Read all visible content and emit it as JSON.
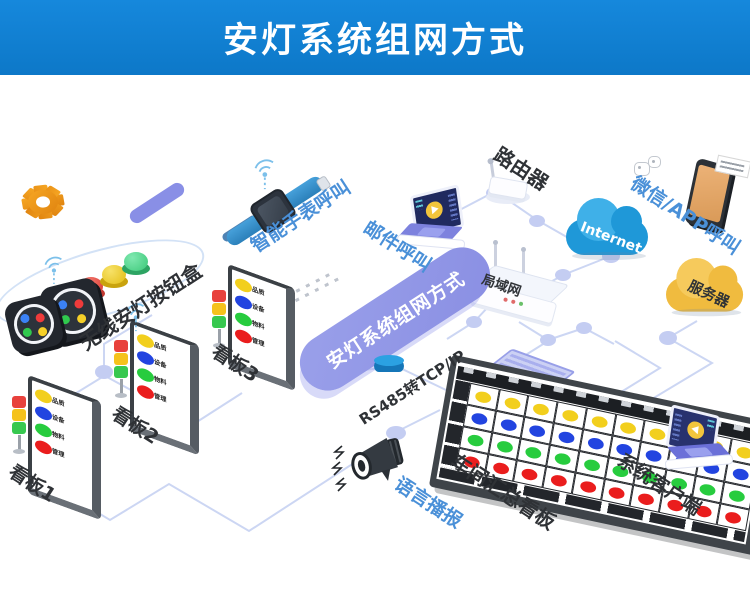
{
  "header": {
    "title": "安灯系统组网方式"
  },
  "hub": {
    "label": "安灯系统组网方式"
  },
  "labels": {
    "wireless_box": "无线安灯按钮盒",
    "smart_watch": "智能手表呼叫",
    "email": "邮件呼叫",
    "router": "路由器",
    "internet": "Internet",
    "wechat_app": "微信/APP呼叫",
    "lan": "局域网",
    "server": "服务器",
    "rs485": "RS485转TCP/IP",
    "board1": "看板1",
    "board2": "看板2",
    "board3": "看板3",
    "summary_board": "车间汇总看板",
    "voice": "语言播报",
    "client": "系统客户端"
  },
  "board_items": [
    {
      "label": "品质",
      "color": "#f2cf1d"
    },
    {
      "label": "设备",
      "color": "#2244e0"
    },
    {
      "label": "物料",
      "color": "#27cc3e"
    },
    {
      "label": "管理",
      "color": "#ea1d1d"
    }
  ],
  "summary_board": {
    "cols": 10,
    "row_colors": [
      "#f2cf1d",
      "#2244e0",
      "#27cc3e",
      "#ea1d1d"
    ]
  },
  "colors": {
    "header_bg": "#0f7dcd",
    "hub_fill": "#8f94e6",
    "link_line": "#ccd6f3",
    "blue_label": "#4a90d8",
    "internet_cloud": "#1f98d8",
    "server_cloud": "#f0bb3f",
    "gear": "#f0981c",
    "tower_red": "#e8413c",
    "tower_yellow": "#f5c21b",
    "tower_green": "#37c84f"
  }
}
